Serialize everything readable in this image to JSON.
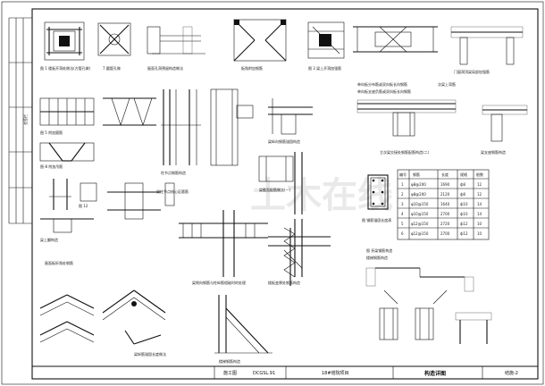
{
  "sheet": {
    "title": "构造详图",
    "project": "18#塔院项目",
    "scale_label": "施工图",
    "drawing_code": "DCGSL.91",
    "sheet_no": "结施-2"
  },
  "side_strip": {
    "label": "会签栏"
  },
  "watermark": {
    "text": "土木在线"
  },
  "details": [
    {
      "id": "d1",
      "caption": "图 1 楼板开洞处做法(方管孔做)"
    },
    {
      "id": "d2",
      "caption": "7 圆管孔做"
    },
    {
      "id": "d3",
      "caption": "屋面孔洞预留构造做法"
    },
    {
      "id": "d4",
      "caption": "板角附加钢筋"
    },
    {
      "id": "d5",
      "caption": "图 3 梁上开洞加强筋"
    },
    {
      "id": "d6",
      "caption": "门窗洞顶梁局部加强筋"
    },
    {
      "id": "d7",
      "caption": "图 5 附加箍筋"
    },
    {
      "id": "d8",
      "caption": "单向板分布筋或双向板长向钢筋"
    },
    {
      "id": "d9",
      "caption": "次梁上弯筋"
    },
    {
      "id": "d10",
      "caption": "单向板支座负筋或双向板长向钢筋"
    },
    {
      "id": "d11",
      "caption": "主次梁交接处钢筋配筋构造(二)"
    },
    {
      "id": "d12",
      "caption": "梁支座钢筋构造"
    },
    {
      "id": "d13",
      "caption": "图-8 附加吊筋"
    },
    {
      "id": "d14",
      "caption": "图 12"
    },
    {
      "id": "d15",
      "caption": "梁上翻构造"
    },
    {
      "id": "d16",
      "caption": "柱节点钢筋构造"
    },
    {
      "id": "d17",
      "caption": "梁纵向钢筋锚固构造"
    },
    {
      "id": "d18",
      "caption": "梁柱节点核心区箍筋"
    },
    {
      "id": "d19",
      "caption": "梁侧向钢筋与柱纵筋相碰时的处理"
    },
    {
      "id": "d20",
      "caption": "梁截面配筋做法(一)"
    },
    {
      "id": "d21",
      "caption": "楼板变厚处钢筋构造"
    },
    {
      "id": "d22",
      "caption": "图 钢筋锚固长度表"
    },
    {
      "id": "d23",
      "caption": "图 折梁钢筋构造"
    },
    {
      "id": "d24",
      "caption": "屋面板折角处钢筋"
    },
    {
      "id": "d25",
      "caption": "梁纵筋锚固长度做法"
    },
    {
      "id": "d26",
      "caption": "楼梯钢筋构造"
    }
  ],
  "rebar_table": {
    "headers": [
      "编号",
      "钢筋",
      "长度",
      "规格",
      "根数"
    ],
    "rows": [
      [
        "1",
        "φ8@200",
        "1690",
        "ф8",
        "12"
      ],
      [
        "2",
        "φ8@200",
        "2120",
        "ф8",
        "12"
      ],
      [
        "3",
        "φ10@150",
        "1640",
        "ф10",
        "14"
      ],
      [
        "4",
        "φ10@150",
        "2700",
        "ф10",
        "14"
      ],
      [
        "5",
        "φ12@150",
        "2720",
        "ф12",
        "10"
      ],
      [
        "6",
        "φ12@150",
        "2700",
        "ф12",
        "10"
      ]
    ]
  }
}
